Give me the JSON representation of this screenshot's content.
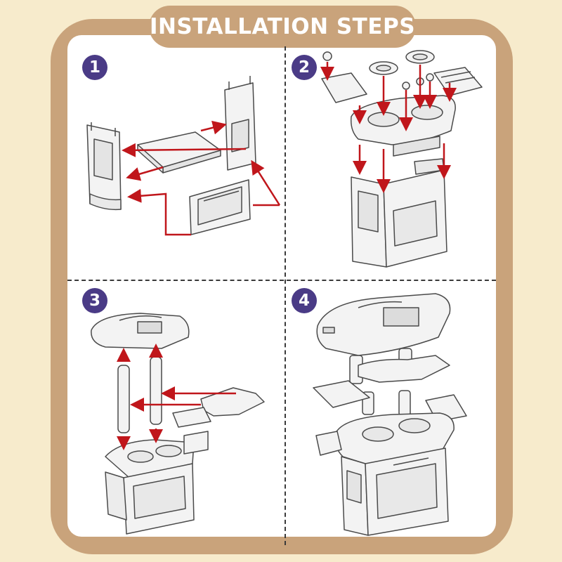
{
  "header": {
    "title": "INSTALLATION STEPS"
  },
  "steps": [
    {
      "number": "1"
    },
    {
      "number": "2"
    },
    {
      "number": "3"
    },
    {
      "number": "4"
    }
  ],
  "colors": {
    "background": "#f7ebcc",
    "frame": "#c9a37b",
    "badge": "#4a3b86",
    "arrow": "#c0161b",
    "line": "#4a4a4a"
  }
}
